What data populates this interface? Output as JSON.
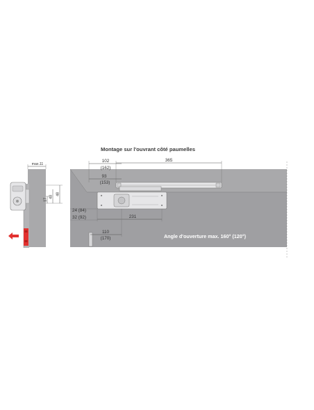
{
  "title": "Montage sur l'ouvrant côté paumelles",
  "caption": "Angle d'ouverture max. 160° (120°)",
  "side_view": {
    "dim_max": "max.11",
    "dim_a": "17",
    "dim_b": "43",
    "dim_c": "48"
  },
  "front_view": {
    "dim_365": "365",
    "dim_102": "102",
    "dim_162": "(162)",
    "dim_93": "93",
    "dim_153": "(153)",
    "dim_231": "231",
    "dim_24": "24 (84)",
    "dim_32": "32 (92)",
    "dim_110": "110",
    "dim_170": "(170)"
  },
  "colors": {
    "wall": "#a9a9ab",
    "wall_dark": "#9d9da0",
    "door_line": "#8a8a8c",
    "device": "#e6e6e8",
    "arrow": "#e2312f"
  },
  "icons": {
    "direction_arrow": "arrow-left-icon"
  }
}
